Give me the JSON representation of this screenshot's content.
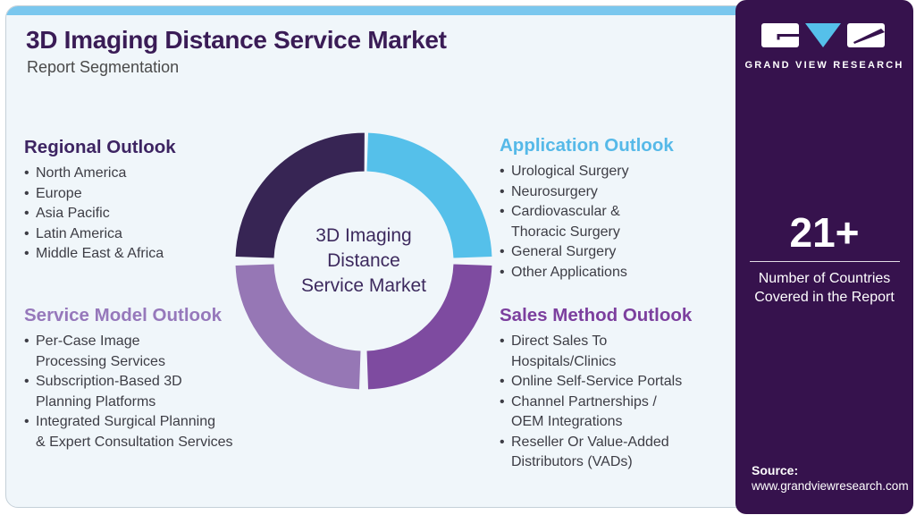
{
  "header": {
    "title": "3D Imaging Distance Service Market",
    "subtitle": "Report Segmentation"
  },
  "colors": {
    "card_bg": "#f0f6fa",
    "top_strip": "#7ac7ee",
    "title": "#3a1c56",
    "item_text": "#3d3d45",
    "panel_bg": "#36124d",
    "panel_text": "#ffffff",
    "logo_triangle": "#55c0ea"
  },
  "sections": {
    "regional": {
      "heading": "Regional Outlook",
      "heading_color": "#3d2462",
      "items": [
        "North America",
        "Europe",
        "Asia Pacific",
        "Latin America",
        "Middle East & Africa"
      ]
    },
    "application": {
      "heading": "Application Outlook",
      "heading_color": "#56b9e8",
      "items": [
        "Urological Surgery",
        "Neurosurgery",
        "Cardiovascular &\nThoracic Surgery",
        "General Surgery",
        "Other Applications"
      ]
    },
    "service_model": {
      "heading": "Service Model Outlook",
      "heading_color": "#9678bb",
      "items": [
        "Per-Case Image\nProcessing Services",
        "Subscription-Based 3D\nPlanning Platforms",
        "Integrated Surgical Planning\n& Expert Consultation Services"
      ]
    },
    "sales_method": {
      "heading": "Sales Method Outlook",
      "heading_color": "#7c3f9e",
      "items": [
        "Direct Sales To\nHospitals/Clinics",
        "Online Self-Service Portals",
        "Channel Partnerships /\nOEM Integrations",
        "Reseller Or Value-Added\nDistributors (VADs)"
      ]
    }
  },
  "chart": {
    "type": "donut",
    "center_label": "3D Imaging\nDistance\nService Market",
    "center_label_color": "#3d2a5e",
    "segments": [
      {
        "position": "top-left",
        "color": "#372554"
      },
      {
        "position": "top-right",
        "color": "#55c0ea"
      },
      {
        "position": "bottom-right",
        "color": "#7e4ba0"
      },
      {
        "position": "bottom-left",
        "color": "#9677b5"
      }
    ]
  },
  "sidebar": {
    "logo_word": "GRAND VIEW RESEARCH",
    "stat_value": "21+",
    "stat_label": "Number of Countries\nCovered in the Report",
    "source_label": "Source:",
    "source_url": "www.grandviewresearch.com"
  }
}
